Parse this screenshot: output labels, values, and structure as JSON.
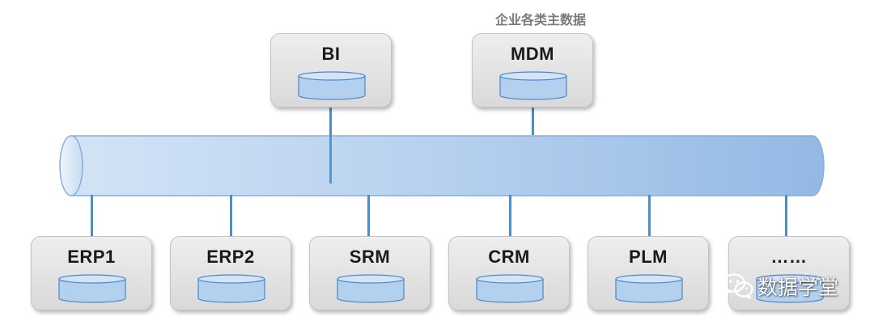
{
  "caption": "企业各类主数据",
  "top_systems": [
    {
      "label": "BI"
    },
    {
      "label": "MDM"
    }
  ],
  "bottom_systems": [
    {
      "label": "ERP1"
    },
    {
      "label": "ERP2"
    },
    {
      "label": "SRM"
    },
    {
      "label": "CRM"
    },
    {
      "label": "PLM"
    },
    {
      "label": "……"
    }
  ],
  "watermark": {
    "text": "数据学堂",
    "icon": "wechat-icon"
  },
  "colors": {
    "bus_fill": "#a9c8ea",
    "bus_edge": "#7aa7d8",
    "connector": "#4a8fc7",
    "box_fill": "#e2e2e2",
    "db_fill": "#b4d0ef",
    "db_edge": "#4a86c5"
  }
}
